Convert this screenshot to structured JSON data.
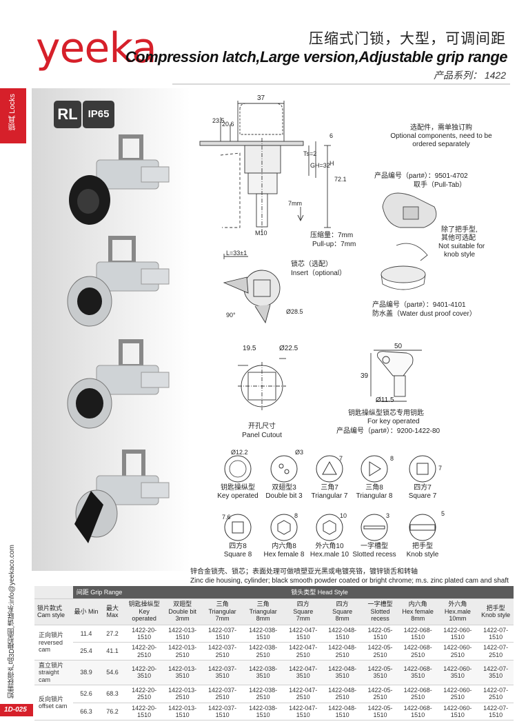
{
  "header": {
    "logo": "yeeka",
    "title_cn": "压缩式门锁，大型，可调间距",
    "title_en": "Compression latch,Large version,Adjustable grip range",
    "series": "产品系列： 1422"
  },
  "side": {
    "tab": "锁具 Locks",
    "email": "如需获得产品3D模型图,请联系:info@yeekaco.com",
    "page_no": "1D-025"
  },
  "badges": {
    "rl": "RL",
    "ip": "IP65"
  },
  "drawing": {
    "dims_top": [
      "37",
      "23.5",
      "20.6",
      "6",
      "Ts=2",
      "GH=32",
      "H",
      "72.1",
      "7mm",
      "M10"
    ],
    "pull": "压缩量：7mm",
    "pull_en": "Pull-up：7mm",
    "optional_cn": "选配件，需单独订购",
    "optional_en1": "Optional components, need to be",
    "optional_en2": "ordered separately",
    "pulltab_no": "产品编号（part#）：9501-4702",
    "pulltab_name": "取手（Pull-Tab）",
    "not_suitable_cn1": "除了把手型,",
    "not_suitable_cn2": "其他可选配",
    "not_suitable_en1": "Not suitable for",
    "not_suitable_en2": "knob style",
    "cap_no": "产品编号（part#）：9401-4101",
    "cap_name": "防水盖（Water dust proof cover）",
    "insert_cn": "锁芯（选配）",
    "insert_en": "Insert（optional）",
    "insert_dims": [
      "L=33±1",
      "Ø28.5",
      "90°"
    ],
    "cutout_dims": [
      "19.5",
      "Ø22.5"
    ],
    "cutout_cn": "开孔尺寸",
    "cutout_en": "Panel Cutout",
    "key_dims": [
      "50",
      "39",
      "Ø11.5"
    ],
    "key_cn": "钥匙操纵型锁芯专用钥匙",
    "key_en": "For key operated",
    "key_no": "产品编号（part#）：9200-1422-80",
    "insert_types": [
      {
        "dim": "Ø12.2",
        "cn": "钥匙操纵型",
        "en": "Key operated"
      },
      {
        "dim": "Ø3",
        "cn": "双翅型3",
        "en": "Double bit 3"
      },
      {
        "dim": "7",
        "cn": "三角7",
        "en": "Triangular 7"
      },
      {
        "dim": "8",
        "cn": "三角8",
        "en": "Triangular 8"
      },
      {
        "dim": "7",
        "cn": "四方7",
        "en": "Square 7"
      },
      {
        "dim": "7.6",
        "cn": "四方8",
        "en": "Square 8"
      },
      {
        "dim": "8",
        "cn": "内六角8",
        "en": "Hex female 8"
      },
      {
        "dim": "10",
        "cn": "外六角10",
        "en": "Hex.male 10"
      },
      {
        "dim": "3",
        "cn": "一字槽型",
        "en": "Slotted recess"
      },
      {
        "dim": "5",
        "cn": "把手型",
        "en": "Knob style"
      }
    ],
    "material_cn": "锌合金锁壳、锁芯；表面处理可做喷塑亚光黑或电镀亮铬，镀锌锁舌和转轴",
    "material_en": "Zinc die housing, cylinder; black smooth powder coated or bright chrome; m.s. zinc plated cam and shaft"
  },
  "table": {
    "grip_header": "间距 Grip Range",
    "head_header": "锁头类型 Head Style",
    "cam_style": "锁片款式\nCam style",
    "min": "最小 Min",
    "max": "最大 Max",
    "columns": [
      "钥匙操纵型\nKey operated",
      "双翅型\nDouble bit\n3mm",
      "三角\nTriangular\n7mm",
      "三角\nTriangular\n8mm",
      "四方\nSquare\n7mm",
      "四方\nSquare\n8mm",
      "一字槽型\nSlotted\nrecess",
      "内六角\nHex female\n8mm",
      "外六角\nHex.male\n10mm",
      "把手型\nKnob style"
    ],
    "groups": [
      {
        "name": "正向锁片\nreversed cam",
        "rows": [
          {
            "min": "11.4",
            "max": "27.2",
            "cells": [
              "1422-20-1510",
              "1422-013-1510",
              "1422-037-1510",
              "1422-038-1510",
              "1422-047-1510",
              "1422-048-1510",
              "1422-05-1510",
              "1422-068-1510",
              "1422-060-1510",
              "1422-07-1510"
            ]
          },
          {
            "min": "25.4",
            "max": "41.1",
            "cells": [
              "1422-20-2510",
              "1422-013-2510",
              "1422-037-2510",
              "1422-038-2510",
              "1422-047-2510",
              "1422-048-2510",
              "1422-05-2510",
              "1422-068-2510",
              "1422-060-2510",
              "1422-07-2510"
            ]
          }
        ]
      },
      {
        "name": "直立锁片\nstraight cam",
        "rows": [
          {
            "min": "38.9",
            "max": "54.6",
            "cells": [
              "1422-20-3510",
              "1422-013-3510",
              "1422-037-3510",
              "1422-038-3510",
              "1422-047-3510",
              "1422-048-3510",
              "1422-05-3510",
              "1422-068-3510",
              "1422-060-3510",
              "1422-07-3510"
            ]
          }
        ]
      },
      {
        "name": "反向锁片\noffset cam",
        "rows": [
          {
            "min": "52.6",
            "max": "68.3",
            "cells": [
              "1422-20-2510",
              "1422-013-2510",
              "1422-037-2510",
              "1422-038-2510",
              "1422-047-2510",
              "1422-048-2510",
              "1422-05-2510",
              "1422-068-2510",
              "1422-060-2510",
              "1422-07-2510"
            ]
          },
          {
            "min": "66.3",
            "max": "76.2",
            "cells": [
              "1422-20-1510",
              "1422-013-1510",
              "1422-037-1510",
              "1422-038-1510",
              "1422-047-1510",
              "1422-048-1510",
              "1422-05-1510",
              "1422-068-1510",
              "1422-060-1510",
              "1422-07-1510"
            ]
          }
        ]
      }
    ]
  }
}
